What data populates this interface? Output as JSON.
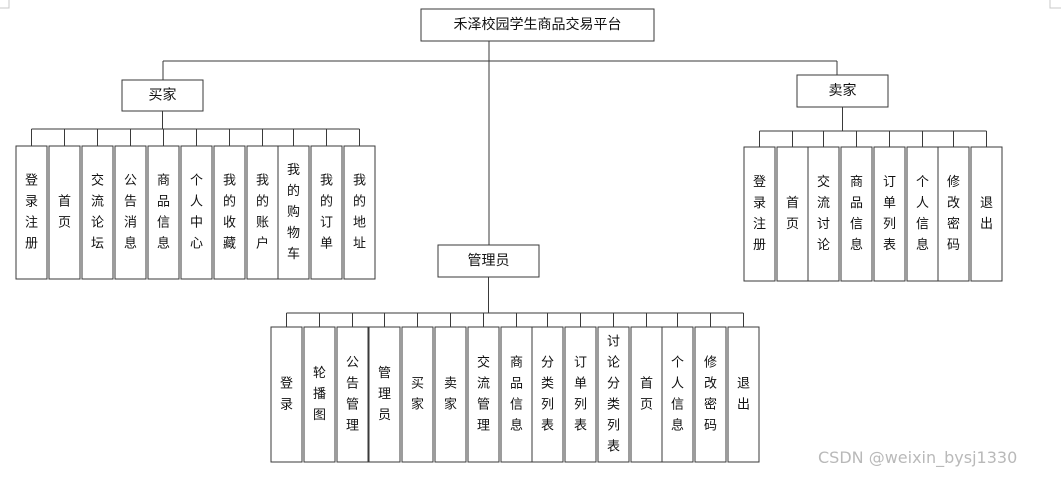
{
  "root": {
    "label": "禾泽校园学生商品交易平台"
  },
  "buyer": {
    "label": "买家",
    "modules": [
      "登录注册",
      "首页",
      "交流论坛",
      "公告消息",
      "商品信息",
      "个人中心",
      "我的收藏",
      "我的账户",
      "我的购物车",
      "我的订单",
      "我的地址"
    ]
  },
  "seller": {
    "label": "卖家",
    "modules": [
      "登录注册",
      "首页",
      "交流讨论",
      "商品信息",
      "订单列表",
      "个人信息",
      "修改密码",
      "退出"
    ]
  },
  "admin": {
    "label": "管理员",
    "modules": [
      "登录",
      "轮播图",
      "公告管理",
      "管理员",
      "买家",
      "卖家",
      "交流管理",
      "商品信息",
      "分类列表",
      "订单列表",
      "讨论分类列表",
      "首页",
      "个人信息",
      "修改密码",
      "退出"
    ]
  },
  "watermark": "CSDN @weixin_bysj1330"
}
